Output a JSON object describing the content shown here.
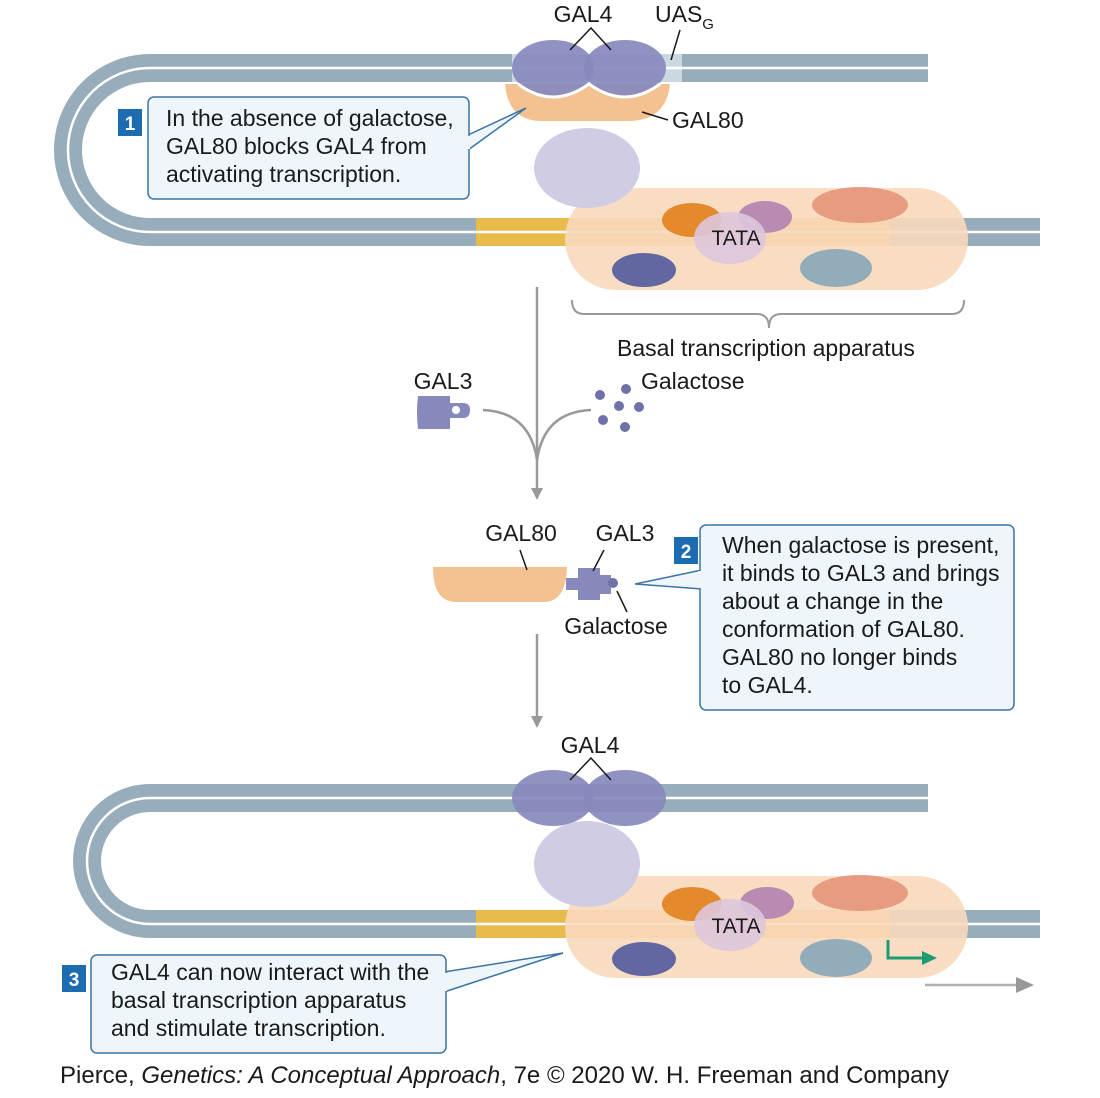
{
  "colors": {
    "dna": "#98adbb",
    "dna_highlight": "#cfdde6",
    "tata_region": "#e8bb4c",
    "basal_apparatus": "#f8d9bd",
    "gal4": "#8789bd",
    "gal80": "#f3c290",
    "mediator": "#cfcce3",
    "gal3": "#8789bd",
    "galactose": "#6f72a8",
    "orange_factor": "#e48a2c",
    "mauve_factor": "#b98bb3",
    "salmon_factor": "#e79b80",
    "navy_factor": "#6266a1",
    "grey_factor": "#93acb9",
    "callout_fill": "#eef6fb",
    "callout_border": "#3b73a6",
    "step_badge": "#1d6bb0",
    "arrow": "#999999",
    "transcription_arrow": "#1d9c73"
  },
  "labels": {
    "gal4_top": "GAL4",
    "uas": "UAS",
    "uas_subscript": "G",
    "gal80_top": "GAL80",
    "tata_top": "TATA",
    "basal_apparatus": "Basal transcription apparatus",
    "gal3_free": "GAL3",
    "galactose_free": "Galactose",
    "gal80_mid": "GAL80",
    "gal3_mid": "GAL3",
    "galactose_mid": "Galactose",
    "gal4_bottom": "GAL4",
    "tata_bottom": "TATA"
  },
  "steps": [
    {
      "number": "1",
      "lines": [
        "In the absence of galactose,",
        "GAL80 blocks GAL4 from",
        "activating transcription."
      ]
    },
    {
      "number": "2",
      "lines": [
        "When galactose is present,",
        "it binds to GAL3 and brings",
        "about a change in the",
        "conformation of GAL80.",
        "GAL80 no longer binds",
        "to GAL4."
      ]
    },
    {
      "number": "3",
      "lines": [
        "GAL4 can now interact with the",
        "basal transcription apparatus",
        "and stimulate transcription."
      ]
    }
  ],
  "credit": {
    "prefix": "Pierce, ",
    "book_title": "Genetics: A Conceptual Approach",
    "suffix": ", 7e © 2020 W. H. Freeman and Company"
  }
}
